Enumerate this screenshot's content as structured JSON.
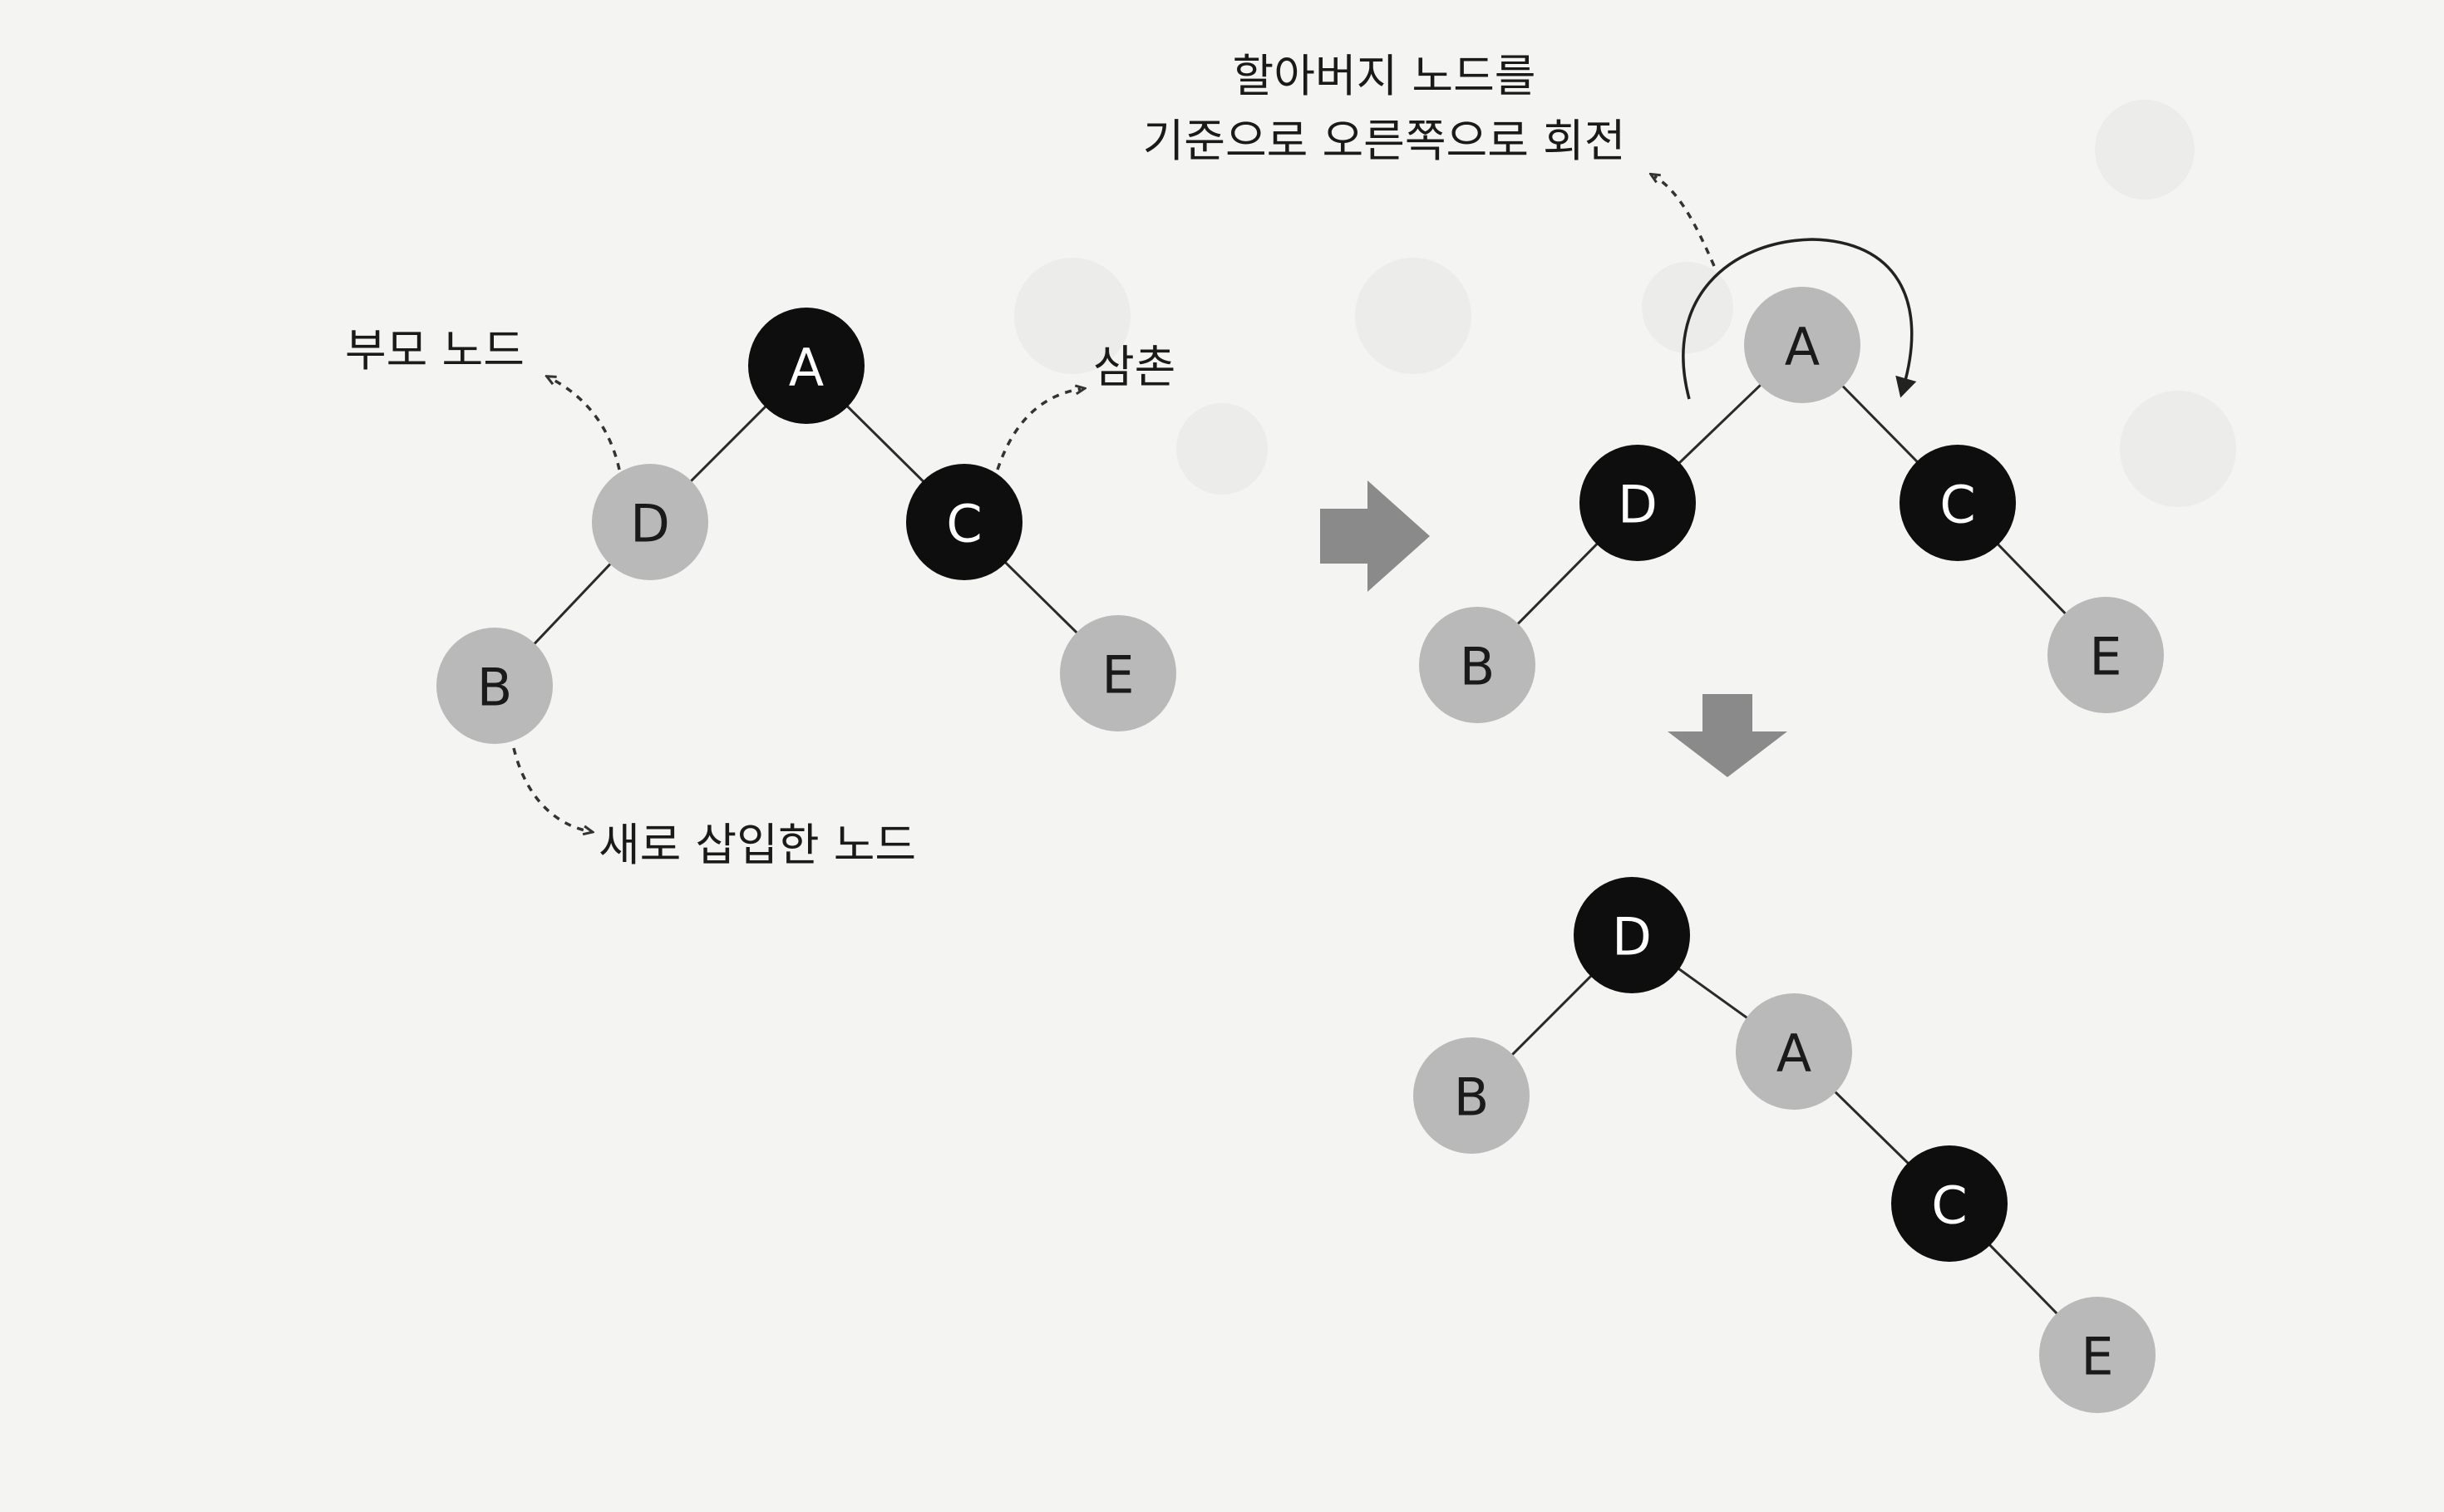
{
  "colors": {
    "black_node": "#0e0e0e",
    "red_node": "#b9b9b9",
    "black_text": "#ffffff",
    "red_text": "#1a1a1a",
    "arrow": "#8a8a8a",
    "background": "#f4f4f2"
  },
  "annotations": {
    "parent": "부모 노드",
    "uncle": "삼촌",
    "new_node": "새로 삽입한 노드",
    "rotate_line1": "할아버지 노드를",
    "rotate_line2": "기준으로 오른쪽으로 회전"
  },
  "trees": [
    {
      "id": "before",
      "nodes": [
        {
          "label": "A",
          "kind": "black"
        },
        {
          "label": "D",
          "kind": "red"
        },
        {
          "label": "C",
          "kind": "black"
        },
        {
          "label": "B",
          "kind": "red"
        },
        {
          "label": "E",
          "kind": "red"
        }
      ]
    },
    {
      "id": "recolored",
      "nodes": [
        {
          "label": "A",
          "kind": "red"
        },
        {
          "label": "D",
          "kind": "black"
        },
        {
          "label": "C",
          "kind": "black"
        },
        {
          "label": "B",
          "kind": "red"
        },
        {
          "label": "E",
          "kind": "red"
        }
      ]
    },
    {
      "id": "rotated",
      "nodes": [
        {
          "label": "D",
          "kind": "black"
        },
        {
          "label": "B",
          "kind": "red"
        },
        {
          "label": "A",
          "kind": "red"
        },
        {
          "label": "C",
          "kind": "black"
        },
        {
          "label": "E",
          "kind": "red"
        }
      ]
    }
  ],
  "arrows": [
    {
      "name": "right-arrow-icon",
      "direction": "right"
    },
    {
      "name": "down-arrow-icon",
      "direction": "down"
    }
  ]
}
